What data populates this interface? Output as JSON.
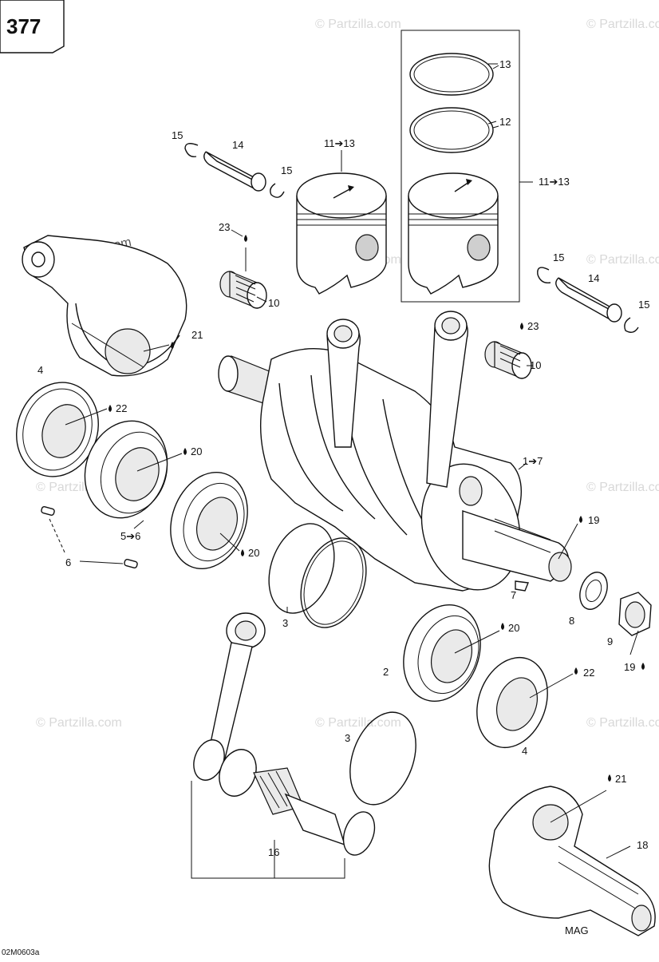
{
  "page_number": "377",
  "diagram_code": "02M0603a",
  "orientation_label": "MAG",
  "watermark": "© Partzilla.com",
  "callouts": [
    {
      "id": "c1",
      "text": "15"
    },
    {
      "id": "c2",
      "text": "14"
    },
    {
      "id": "c3",
      "text": "15"
    },
    {
      "id": "c4",
      "text": "11➔13"
    },
    {
      "id": "c5",
      "text": "13"
    },
    {
      "id": "c6",
      "text": "12"
    },
    {
      "id": "c7",
      "text": "11➔13"
    },
    {
      "id": "c8",
      "text": "23"
    },
    {
      "id": "c9",
      "text": "10"
    },
    {
      "id": "c10",
      "text": "15"
    },
    {
      "id": "c11",
      "text": "14"
    },
    {
      "id": "c12",
      "text": "15"
    },
    {
      "id": "c13",
      "text": "21"
    },
    {
      "id": "c14",
      "text": "23"
    },
    {
      "id": "c15",
      "text": "10"
    },
    {
      "id": "c16",
      "text": "4"
    },
    {
      "id": "c17",
      "text": "22"
    },
    {
      "id": "c18",
      "text": "20"
    },
    {
      "id": "c19",
      "text": "1➔7"
    },
    {
      "id": "c20",
      "text": "5➔6"
    },
    {
      "id": "c21",
      "text": "20"
    },
    {
      "id": "c22",
      "text": "6"
    },
    {
      "id": "c23",
      "text": "19"
    },
    {
      "id": "c24",
      "text": "7"
    },
    {
      "id": "c25",
      "text": "3"
    },
    {
      "id": "c26",
      "text": "8"
    },
    {
      "id": "c27",
      "text": "9"
    },
    {
      "id": "c28",
      "text": "20"
    },
    {
      "id": "c29",
      "text": "2"
    },
    {
      "id": "c30",
      "text": "19"
    },
    {
      "id": "c31",
      "text": "22"
    },
    {
      "id": "c32",
      "text": "3"
    },
    {
      "id": "c33",
      "text": "4"
    },
    {
      "id": "c34",
      "text": "21"
    },
    {
      "id": "c35",
      "text": "18"
    },
    {
      "id": "c36",
      "text": "16"
    }
  ]
}
